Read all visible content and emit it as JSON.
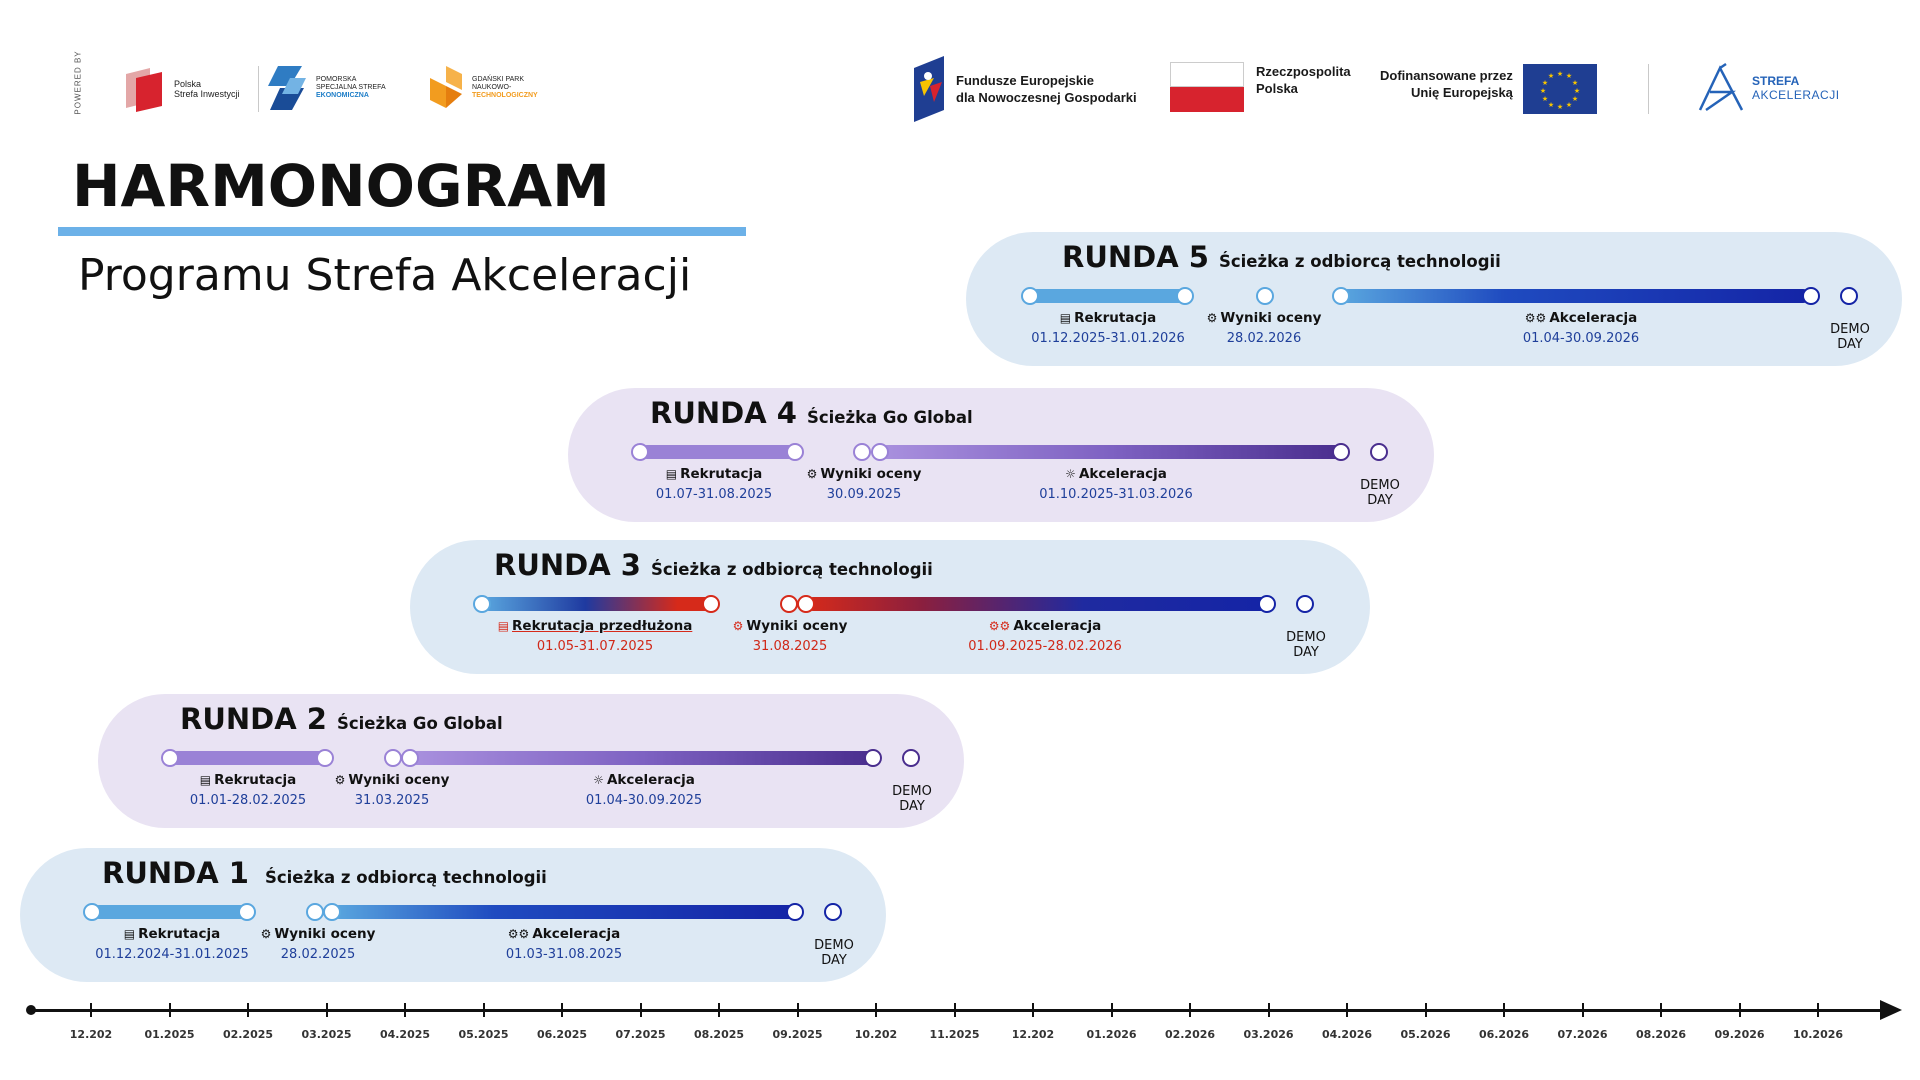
{
  "header": {
    "powered_by": "POWERED BY",
    "logo_psi": [
      "Polska",
      "Strefa Inwestycji"
    ],
    "logo_psse": [
      "POMORSKA",
      "SPECJALNA STREFA",
      "EKONOMICZNA"
    ],
    "logo_gpnt": [
      "GDAŃSKI PARK",
      "NAUKOWO-",
      "TECHNOLOGICZNY"
    ],
    "logo_fe": [
      "Fundusze Europejskie",
      "dla Nowoczesnej Gospodarki"
    ],
    "logo_rp": [
      "Rzeczpospolita",
      "Polska"
    ],
    "logo_eu": [
      "Dofinansowane przez",
      "Unię Europejską"
    ],
    "logo_strefa": [
      "STREFA",
      "AKCELERACJI"
    ]
  },
  "title": "HARMONOGRAM",
  "subtitle": "Programu Strefa Akceleracji",
  "rounds": [
    {
      "name": "RUNDA 5",
      "path": "Ścieżka z odbiorcą technologii",
      "recruitment": {
        "label": "Rekrutacja",
        "date": "01.12.2025-31.01.2026"
      },
      "results": {
        "label": "Wyniki oceny",
        "date": "28.02.2026"
      },
      "acceleration": {
        "label": "Akceleracja",
        "date": "01.04-30.09.2026"
      },
      "demo": [
        "DEMO",
        "DAY"
      ]
    },
    {
      "name": "RUNDA 4",
      "path": "Ścieżka Go Global",
      "recruitment": {
        "label": "Rekrutacja",
        "date": "01.07-31.08.2025"
      },
      "results": {
        "label": "Wyniki oceny",
        "date": "30.09.2025"
      },
      "acceleration": {
        "label": "Akceleracja",
        "date": "01.10.2025-31.03.2026"
      },
      "demo": [
        "DEMO",
        "DAY"
      ]
    },
    {
      "name": "RUNDA 3",
      "path": "Ścieżka z odbiorcą technologii",
      "recruitment": {
        "label": "Rekrutacja przedłużona",
        "date": "01.05-31.07.2025"
      },
      "results": {
        "label": "Wyniki oceny",
        "date": "31.08.2025"
      },
      "acceleration": {
        "label": "Akceleracja",
        "date": "01.09.2025-28.02.2026"
      },
      "demo": [
        "DEMO",
        "DAY"
      ]
    },
    {
      "name": "RUNDA 2",
      "path": "Ścieżka Go Global",
      "recruitment": {
        "label": "Rekrutacja",
        "date": "01.01-28.02.2025"
      },
      "results": {
        "label": "Wyniki oceny",
        "date": "31.03.2025"
      },
      "acceleration": {
        "label": "Akceleracja",
        "date": "01.04-30.09.2025"
      },
      "demo": [
        "DEMO",
        "DAY"
      ]
    },
    {
      "name": "RUNDA 1",
      "path": "Ścieżka z odbiorcą technologii",
      "recruitment": {
        "label": "Rekrutacja",
        "date": "01.12.2024-31.01.2025"
      },
      "results": {
        "label": "Wyniki oceny",
        "date": "28.02.2025"
      },
      "acceleration": {
        "label": "Akceleracja",
        "date": "01.03-31.08.2025"
      },
      "demo": [
        "DEMO",
        "DAY"
      ]
    }
  ],
  "axis_labels": [
    "12.202",
    "01.2025",
    "02.2025",
    "03.2025",
    "04.2025",
    "05.2025",
    "06.2025",
    "07.2025",
    "08.2025",
    "09.2025",
    "10.202",
    "11.2025",
    "12.202",
    "01.2026",
    "02.2026",
    "03.2026",
    "04.2026",
    "05.2026",
    "06.2026",
    "07.2026",
    "08.2026",
    "09.2026",
    "10.2026"
  ],
  "colors": {
    "blue_panel": "#dde9f4",
    "purple_panel": "#e9e3f3",
    "light_blue": "#5aa7df",
    "dark_blue": "#1424a6",
    "purple": "#9a82d6",
    "dark_purple": "#4a2e8e",
    "red": "#d62a1a",
    "date_blue": "#1f3f9a",
    "date_red": "#d02818"
  }
}
